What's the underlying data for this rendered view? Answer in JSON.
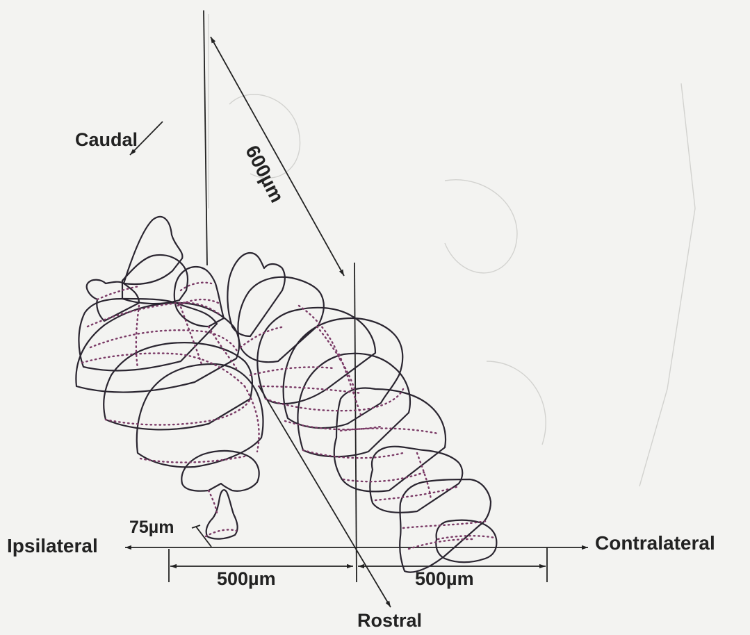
{
  "labels": {
    "caudal": "Caudal",
    "rostral": "Rostral",
    "ipsilateral": "Ipsilateral",
    "contralateral": "Contralateral",
    "dim_75": "75µm",
    "dim_500_left": "500µm",
    "dim_500_right": "500µm",
    "dim_600": "600µm"
  },
  "colors": {
    "line": "#222222",
    "outline": "#2a2530",
    "dotted": "#7a3a66",
    "background": "#f3f3f1"
  }
}
